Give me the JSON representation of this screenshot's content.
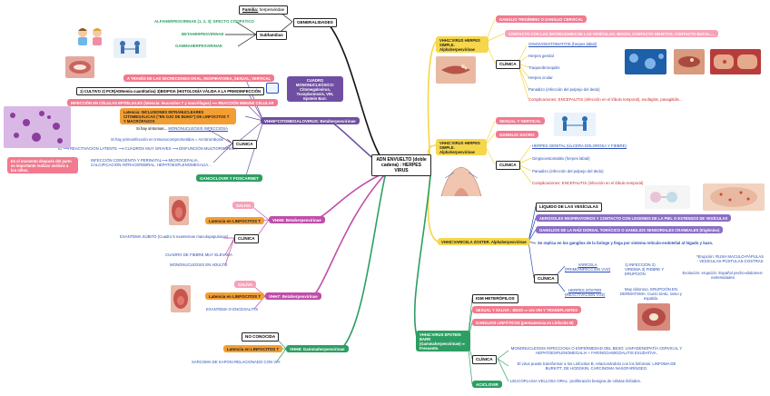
{
  "center": {
    "title": "ADN ENVUELTO (doble cadena) : HERPES VIRUS"
  },
  "general": {
    "title": "GENERALIDADES",
    "familia_label": "Familia:",
    "familia_value": " herpesviridae",
    "subfamilias_title": "Subfamilias",
    "alfa": "ALFAHERPESVIRINAE (1, 2, 3): EFECTO CITOPÁTICO",
    "beta": "BETAHERPESVIRINAE",
    "gamma": "GAMMAHERPESVIRINAE"
  },
  "vhh5": {
    "title": "VHH5=CITOMEGALOVIRUS: Betaherpesvirinae",
    "cuadro": "CUADRO MONONUCLEÓSICO: Citomegalovirus, Toxoplasmosis, VIH, Epstein Barr.",
    "transmision": "A TRAVÉS DE LAS SECRECIONES ORAL, RESPIRATORIA, SEXUAL, VERTICAL",
    "diagnostico": "1) CULTIVO 2) PCR(ADNemia cuantitativa) 3)BIOPSIA (HISTOLOGÍA VÁLIDA A LA PRIMOINFECCIÓN",
    "infeccion": "INFECCIÓN EN CÉLULAS EPITELIALES (latencia: leucocitos T y macrófagos) ⟶ REACCIÓN INMUNE CELULAR",
    "latencia": "Latencia: INCLUSIONES INTRANUCLEARES CITOMEGÁLICAS (\"EN OJO DE BUHO\") DE LINFOCITOS T Y MACRÓFAGOS",
    "clinica": "CLINICA",
    "c1_a": "Si hay síntomas... ",
    "c1_b": "MONONUCLEOSIS INFECCIOSA",
    "c2": "Si hay primoinfección en Inmunocomprometidos = Acrotrombosis",
    "c3": "ID ⟶ REACTIVACIÓN LATENTE ⟶ CUADROS MUY GRAVES ⟶ DISFUNCIÓN MULTIORGÁNICA",
    "c4": "INFECCIÓN CONGÉNITA Y PERINATAL⟶ MICROCEFALIA, CALCIFICACIÓN INTRACEREBRAL, HEPATOESPLENOMEGALIA...",
    "note": "Es el momento después del parto es importante realizar análisis a los niños.",
    "tratamiento": "GANCICLOVIR Y FOSCARNET"
  },
  "vhh6": {
    "title": "VHH6: Betaherpesvirinae",
    "saliva": "SALIVA",
    "latencia": "Latencia en LINFOCITOS T",
    "clinica": "CLÍNICA",
    "c1": "EXANTEMA SÚBITO (Cuadro 5 exantemas maculopapulosos)",
    "c2": "CUADRO DE FIEBRE MUY ELEVADA",
    "c3": "MONONUCLEOSIS EN ADULTO"
  },
  "vhh7": {
    "title": "VHH7: Betaherpesvirinae",
    "saliva": "SALIVA",
    "latencia": "Latencia en LINFOCITOS T",
    "c1": "EXANTEMA O ENCESALITIS"
  },
  "vhh8": {
    "title": "VHH8: Gammaherpesvirinae",
    "conocida": "NO CONOCIDA",
    "latencia": "Latencia en LINFOCITOS T",
    "c1": "SARCOMA DE KAPOSI RELACIONADO CON VIH"
  },
  "vhh1": {
    "title": "VHH1=VIRUS HERPES SIMPLE. Alphaherpesvirinae",
    "ganglio": "GANGLIO TRIGÉMINO O GANGLIO CERVICAL",
    "contacto": "CONTACTO CON LAS SECRECIONES DE LAS VESÍCULAS; BESOS, CONTACTO OBJETOS, CONTACTO BUCAL....",
    "clinica": "CLÍNICA",
    "c1": "GINGIVOESTOMATITIS (herpes labial)",
    "c2": "Herpes genital",
    "c3": "Traqueobronquitis",
    "c4": "Herpes ocular",
    "c5": "Panadizo (infección del pulpejo del dedo)",
    "c6": "Complicaciones: ENCEFALITIS (infección en el lóbulo temporal), esofagitis, panagitidis..."
  },
  "vhh2": {
    "title": "VHH2=VIRUS HERPES SIMPLE. Alphaherpesvirinae",
    "sexual": "SEXUAL Y VERTICAL",
    "ganglio": "GANGLIO SACRO",
    "clinica": "CLÍNICA",
    "c1": "HERPES GENITAL (ÚLCERA DOLOROSA Y FIEBRE)",
    "c2": "Gingivoestomatitis (herpes labial)",
    "c3": "Panadizo (infección del pulpejo del dedo)",
    "c4": "Complicaciones: ENCEFALITIS (infección en el lóbulo temporal)"
  },
  "vhh3": {
    "title": "VHH3=VARICELA ZOSTER. Alphaherpesvirinae",
    "liquido": "LÍQUIDO DE LAS VESÍCULAS",
    "aerosoles": "AEROSOLES RESPIRATORIOS Y CONTACTO CON LESIONES DE LA PIEL O EXTENSOS DE VESÍCULAS",
    "raiz": "GANGLIOS DE LA RAÍZ DORSAL TORÁCICO O GANGLIOS SENSORIALES CRANEALES (trigémino)",
    "replica": "Se replica en los ganglios de la faringe y llega por sistema retículo-endotelial al hígado y bazo.",
    "clinica": "CLÍNICA",
    "varicela_label": "VARICELA",
    "varicela_sub": "(PRIMOINFECCIÓN VVZ)",
    "varicela_phases": "1) INFECCIÓN 2) VIREMIA 3) FIEBRE Y ERUPCIÓN",
    "erupcion": "*Erupción: RUSH MACULO-PÁPULAS - VESÍCULAS-PÚSTULAS-COSTRAS",
    "evolucion": "Evolución: erupción: Español pecho-abdomen-extremidades",
    "zoster_label": "HERPES ZÓSTER",
    "zoster_sub": "(REACTIVACIÓN VVZ)",
    "zoster_desc": "Muy doloroso. ERUPCIÓN EN DERMATOMA: Cuero tonto, ramo y espalda."
  },
  "vhh4": {
    "title": "VHH4=VIRUS EPSTEIN BARR (Gammaherpesvirinae) ⇒ Frecuente.",
    "igm": "IGM HETERÓFILOS",
    "sexual": "SEXUAL Y SALIVA : BESO ⇒ oro VIH Y TRANSPLANTES",
    "ganglios": "GANGLIOS LINFÁTICOS (permanencia en Linfocito B)",
    "clinica": "CLÍNICA",
    "c1": "MONONUCLEOSIS INFECCIOSA O ENFERMEDAD DEL BESO: LINFADENOPATÍA CERVICAL Y HEPATOESPLENOMEGALIA + FARINGOAMIGDALITIS EXUDATIVA.",
    "c2": "El virus puede transformar a los Linfocitos B, relacionándolo con los linfomas: LINFOMA DE BURKITT, DE HODGKIN, CARCINOMA NASOFARÍNGEO.",
    "c3": "LEUCOPLASIA VELLOSA ORAL: proliferación benigna de células linfoides.",
    "tratamiento": "ACICLOVIR"
  },
  "colors": {
    "vhh5": "#6f4fa1",
    "vhh1": "#f6d64a",
    "vhh4": "#2d9e63",
    "general": "#111111",
    "beta": "#c04ea8",
    "accent_pink": "#f27a8f",
    "accent_orange": "#f29e33"
  }
}
